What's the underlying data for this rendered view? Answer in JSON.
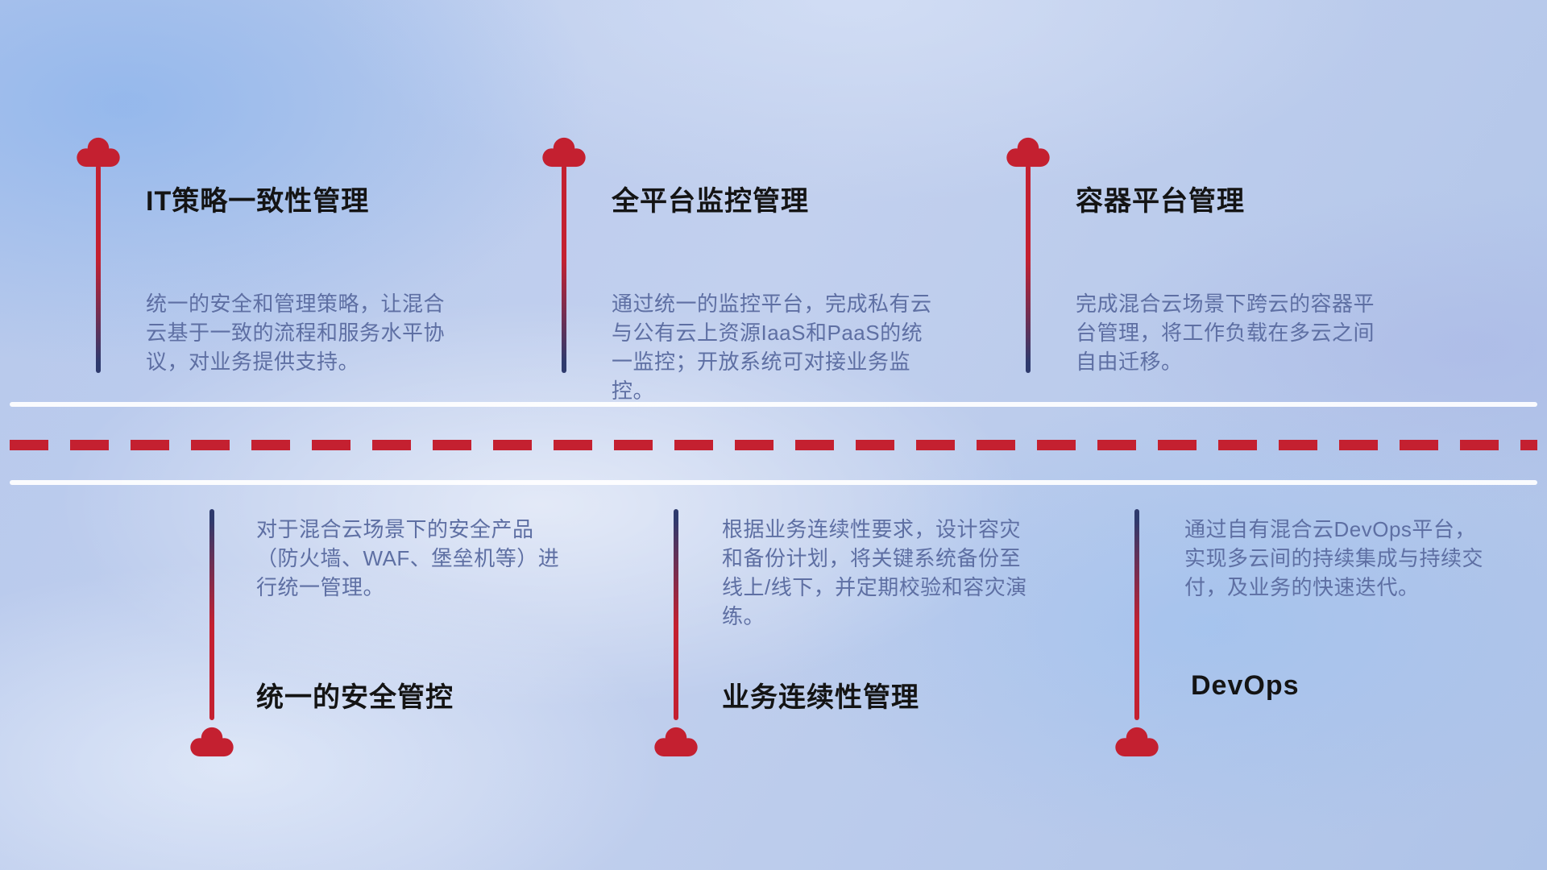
{
  "items": [
    {
      "id": "it-policy",
      "position": "top",
      "title": "IT策略一致性管理",
      "description": "统一的安全和管理策略，让混合云基于一致的流程和服务水平协议，对业务提供支持。"
    },
    {
      "id": "platform-monitoring",
      "position": "top",
      "title": "全平台监控管理",
      "description": "通过统一的监控平台，完成私有云与公有云上资源IaaS和PaaS的统一监控；开放系统可对接业务监控。"
    },
    {
      "id": "container-platform",
      "position": "top",
      "title": "容器平台管理",
      "description": "完成混合云场景下跨云的容器平台管理，将工作负载在多云之间自由迁移。"
    },
    {
      "id": "unified-security",
      "position": "bottom",
      "title": "统一的安全管控",
      "description": "对于混合云场景下的安全产品（防火墙、WAF、堡垒机等）进行统一管理。"
    },
    {
      "id": "business-continuity",
      "position": "bottom",
      "title": "业务连续性管理",
      "description": "根据业务连续性要求，设计容灾和备份计划，将关键系统备份至线上/线下，并定期校验和容灾演练。"
    },
    {
      "id": "devops",
      "position": "bottom",
      "title": "DevOps",
      "description": "通过自有混合云DevOps平台，实现多云间的持续集成与持续交付，及业务的快速迭代。"
    }
  ],
  "colors": {
    "cloud_red": "#c42030",
    "line_navy": "#2e3a6d",
    "title": "#141414",
    "description": "#5e6fa3"
  }
}
